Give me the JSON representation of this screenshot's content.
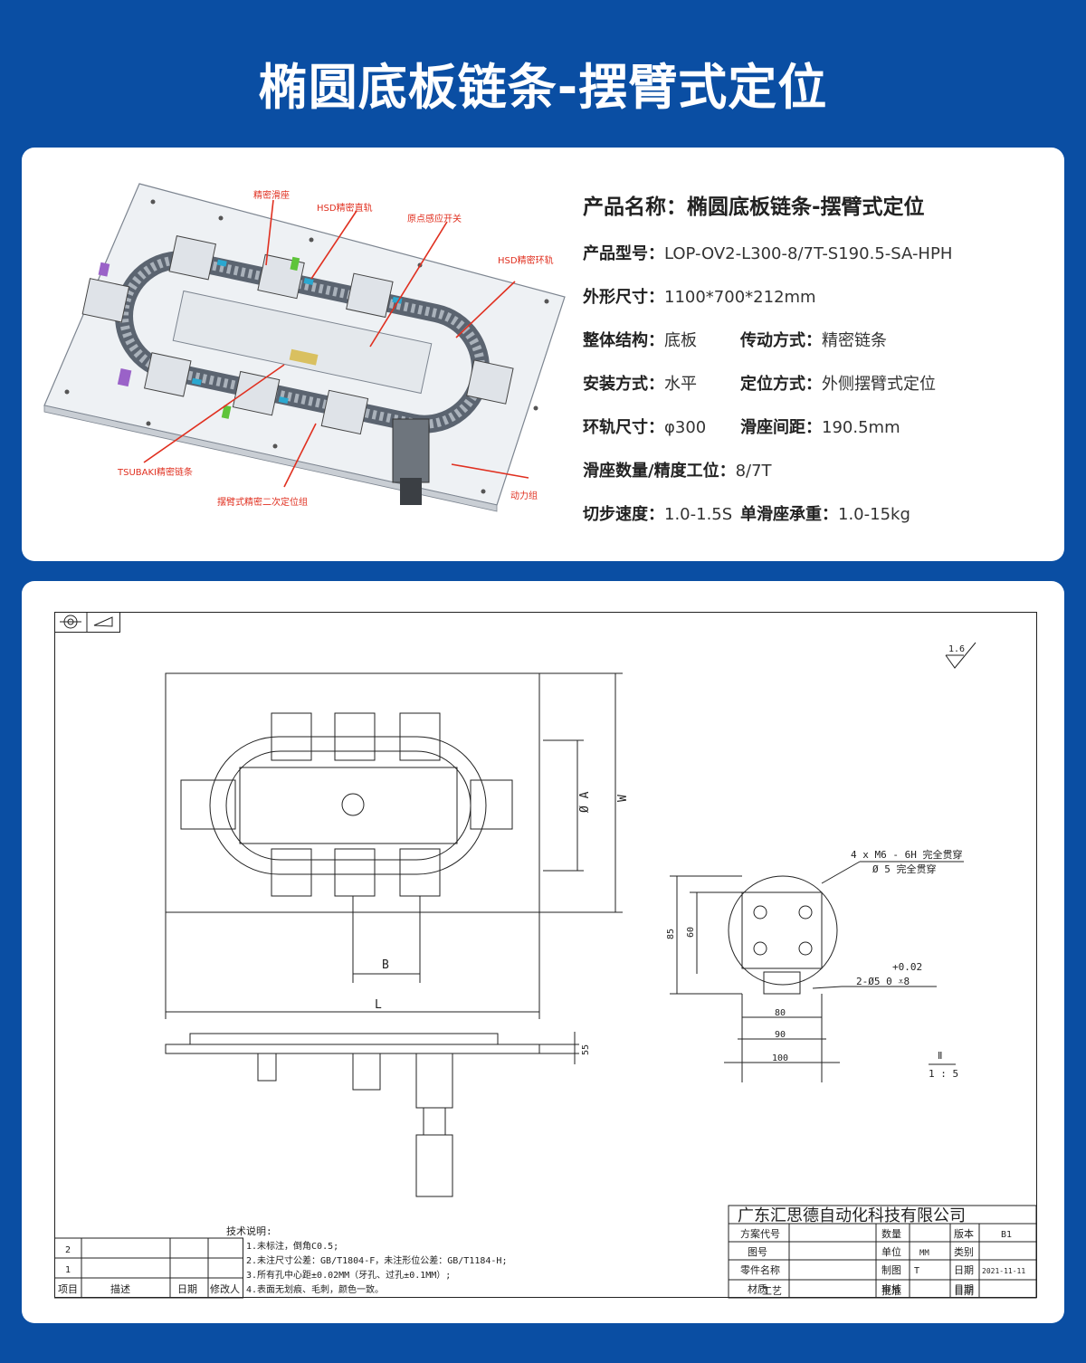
{
  "title": "椭圆底板链条-摆臂式定位",
  "callouts": {
    "slide": "精密滑座",
    "straight_rail": "HSD精密直轨",
    "origin_switch": "原点感应开关",
    "ring_rail": "HSD精密环轨",
    "chain": "TSUBAKI精密链条",
    "swing_arm": "摆臂式精密二次定位组",
    "power": "动力组"
  },
  "specs": {
    "name_label": "产品名称：",
    "name_value": "椭圆底板链条-摆臂式定位",
    "rows": [
      [
        {
          "label": "产品型号：",
          "value": "LOP-OV2-L300-8/7T-S190.5-SA-HPH"
        }
      ],
      [
        {
          "label": "外形尺寸：",
          "value": "1100*700*212mm"
        }
      ],
      [
        {
          "label": "整体结构：",
          "value": "底板"
        },
        {
          "label": "传动方式：",
          "value": "精密链条"
        }
      ],
      [
        {
          "label": "安装方式：",
          "value": "水平"
        },
        {
          "label": "定位方式：",
          "value": "外侧摆臂式定位"
        }
      ],
      [
        {
          "label": "环轨尺寸：",
          "value": "φ300"
        },
        {
          "label": "滑座间距：",
          "value": "190.5mm"
        }
      ],
      [
        {
          "label": "滑座数量/精度工位：",
          "value": "8/7T"
        }
      ],
      [
        {
          "label": "切步速度：",
          "value": "1.0-1.5S"
        },
        {
          "label": "单滑座承重：",
          "value": "1.0-15kg"
        }
      ]
    ]
  },
  "drawing": {
    "dims": {
      "A": "Ø A",
      "W": "W",
      "B": "B",
      "L": "L",
      "h55": "55",
      "d85": "85",
      "d60": "60",
      "d80": "80",
      "d90": "90",
      "d100": "100"
    },
    "roughness": "1.6",
    "note_holes_1": "4 x  M6 - 6H 完全贯穿",
    "note_holes_2": "Ø 5 完全贯穿",
    "tol_upper": "+0.02",
    "tol_pin": "2-Ø5  0   ⩡8",
    "scale_top": "Ⅱ",
    "scale_bottom": "1 : 5",
    "tech_title": "技术说明:",
    "tech_notes": [
      "1.未标注，倒角C0.5;",
      "2.未注尺寸公差：GB/T1804-F，未注形位公差：GB/T1184-H;",
      "3.所有孔中心距±0.02MM（牙孔、过孔±0.1MM）;",
      "4.表面无划痕、毛刺，颜色一致。"
    ],
    "revision": {
      "row2": "2",
      "row1": "1",
      "headers": [
        "项目",
        "描述",
        "日期",
        "修改人"
      ]
    },
    "company": "广东汇思德自动化科技有限公司",
    "title_block": {
      "scheme_code": "方案代号",
      "qty": "数量",
      "version": "版本",
      "version_val": "B1",
      "drawing_no": "图号",
      "unit": "单位",
      "unit_val": "MM",
      "category": "类别",
      "part_name": "零件名称",
      "drafter": "制图",
      "drafter_val": "T",
      "date1": "日期",
      "date1_val": "2021-11-11",
      "material": "材质",
      "review": "审核",
      "date2": "日期",
      "process": "工艺",
      "approve": "批准",
      "date3": "日期"
    }
  }
}
